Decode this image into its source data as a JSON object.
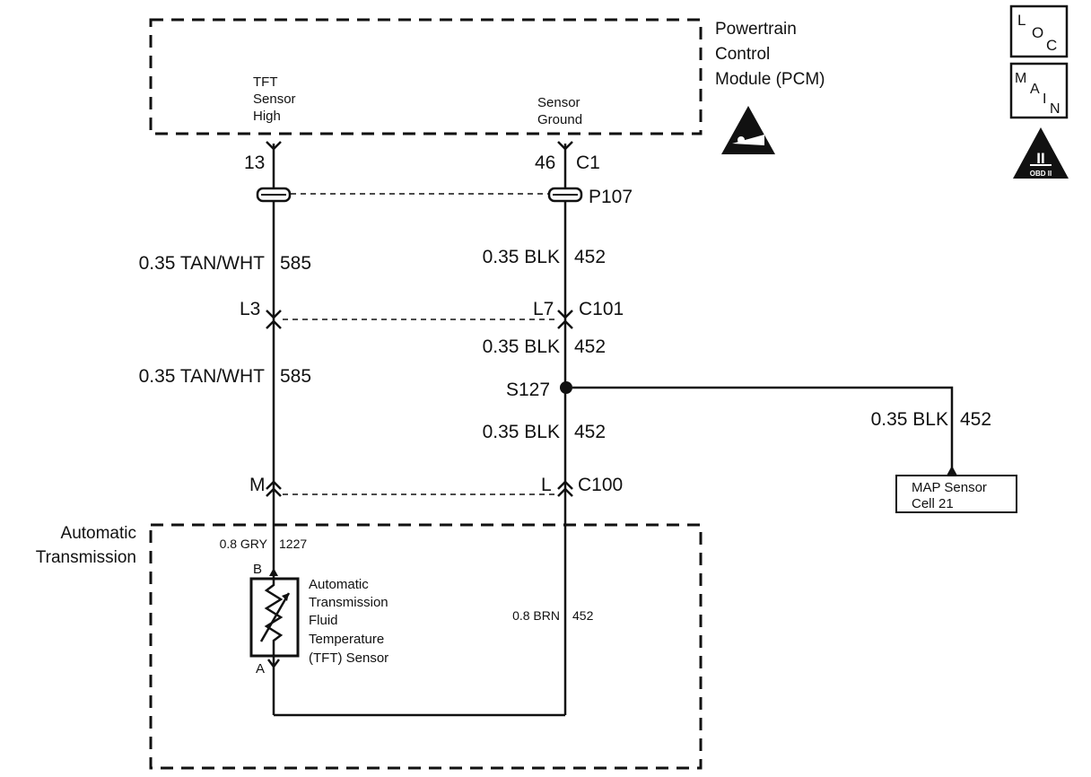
{
  "pcm": {
    "title_lines": [
      "Powertrain",
      "Control",
      "Module (PCM)"
    ],
    "pin_left_label": [
      "TFT",
      "Sensor",
      "High"
    ],
    "pin_right_label": [
      "Sensor",
      "Ground"
    ],
    "pin_left_number": "13",
    "pin_right_number": "46",
    "connector": "C1"
  },
  "connectors": {
    "p107": "P107",
    "c101_left": "L3",
    "c101_right": "L7",
    "c101": "C101",
    "c100_left": "M",
    "c100_right": "L",
    "c100": "C100",
    "splice": "S127"
  },
  "wires": {
    "left_upper": {
      "gauge": "0.35 TAN/WHT",
      "circuit": "585"
    },
    "left_lower": {
      "gauge": "0.35 TAN/WHT",
      "circuit": "585"
    },
    "right_upper": {
      "gauge": "0.35 BLK",
      "circuit": "452"
    },
    "right_mid": {
      "gauge": "0.35 BLK",
      "circuit": "452"
    },
    "right_lower": {
      "gauge": "0.35 BLK",
      "circuit": "452"
    },
    "map_branch": {
      "gauge": "0.35 BLK",
      "circuit": "452"
    },
    "trans_left": {
      "gauge": "0.8 GRY",
      "circuit": "1227"
    },
    "trans_right": {
      "gauge": "0.8 BRN",
      "circuit": "452"
    }
  },
  "map_sensor": {
    "line1": "MAP Sensor",
    "line2": "Cell 21"
  },
  "transmission": {
    "title_lines": [
      "Automatic",
      "Transmission"
    ],
    "pin_b": "B",
    "pin_a": "A",
    "sensor_lines": [
      "Automatic",
      "Transmission",
      "Fluid",
      "Temperature",
      "(TFT) Sensor"
    ]
  },
  "icons": {
    "loc": {
      "l": "L",
      "o": "O",
      "c": "C"
    },
    "main": {
      "m": "M",
      "a": "A",
      "i": "I",
      "n": "N"
    },
    "obd": {
      "numeral": "II",
      "text": "OBD II"
    },
    "esd_icon": "esd-warning-icon"
  }
}
